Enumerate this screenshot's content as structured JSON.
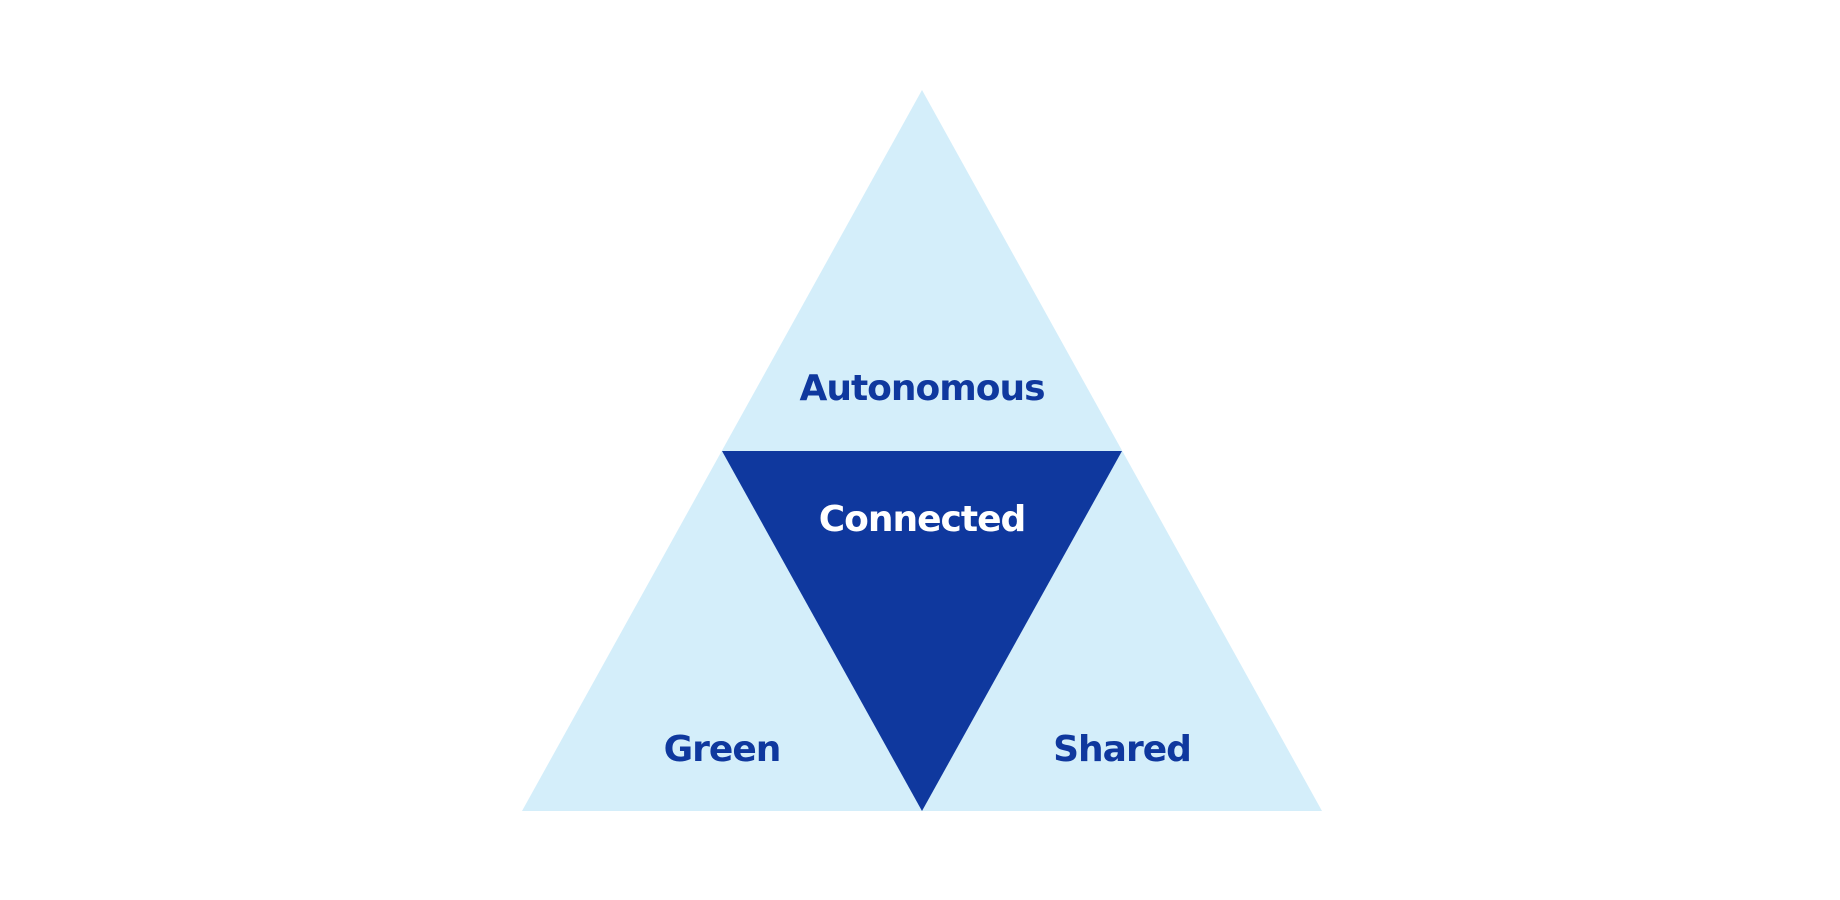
{
  "diagram": {
    "segments": {
      "top": {
        "label": "Autonomous"
      },
      "center": {
        "label": "Connected"
      },
      "bottom_left": {
        "label": "Green"
      },
      "bottom_right": {
        "label": "Shared"
      }
    }
  },
  "colors": {
    "background": "#ffffff",
    "outer_fill": "#d4eefa",
    "center_fill": "#0f389e",
    "outer_text": "#0f389e",
    "center_text": "#ffffff"
  }
}
